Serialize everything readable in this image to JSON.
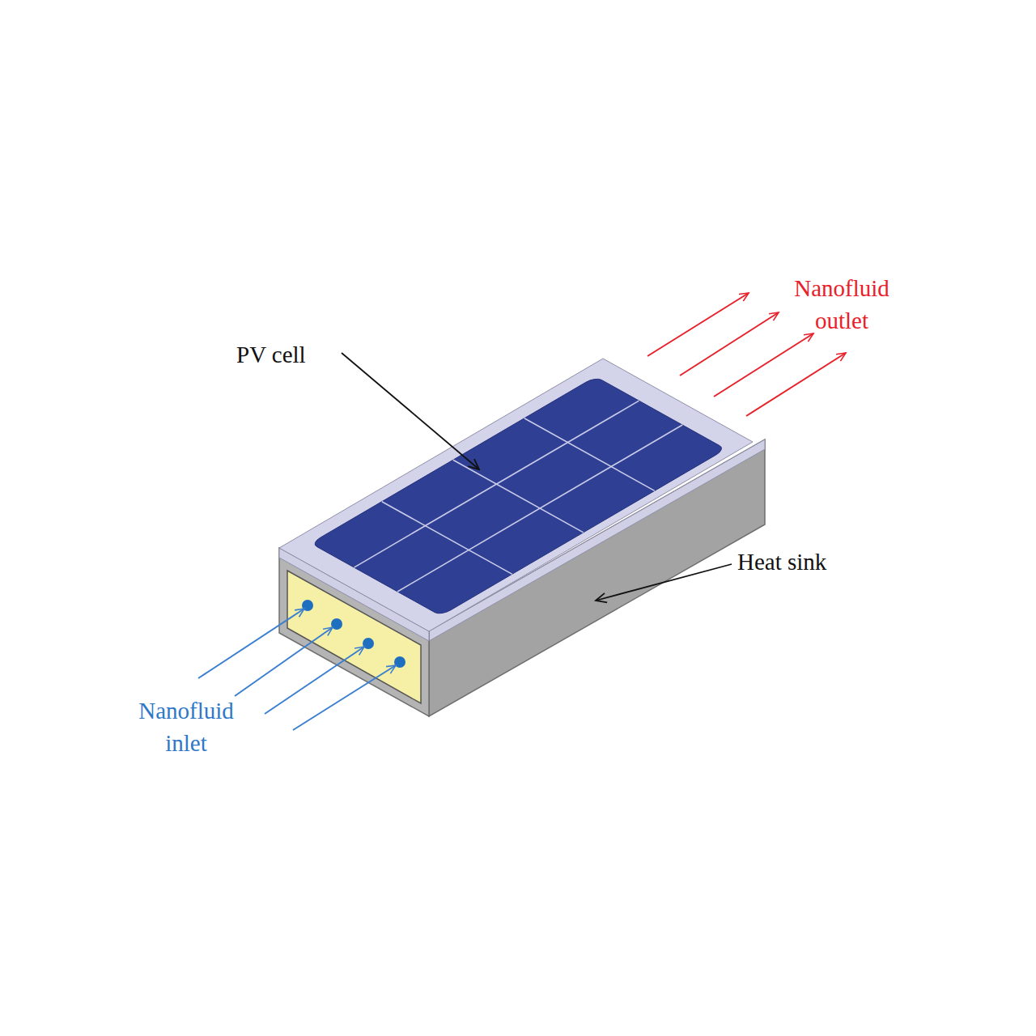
{
  "diagram": {
    "labels": [
      "PV cell",
      "Heat sink",
      "Nanofluid outlet",
      "Nanofluid inlet"
    ]
  }
}
